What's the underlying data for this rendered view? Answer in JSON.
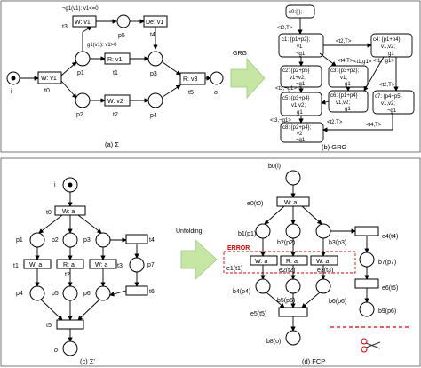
{
  "panel_a": {
    "caption": "(a) Σ",
    "initial_label": "i",
    "final_label": "o",
    "places": [
      "p1",
      "p2",
      "p3",
      "p4",
      "p5"
    ],
    "transitions": [
      {
        "id": "t0",
        "label": "W: v1"
      },
      {
        "id": "t1",
        "label": "R: v1"
      },
      {
        "id": "t2",
        "label": "W: v2"
      },
      {
        "id": "t3",
        "label": "W: v1"
      },
      {
        "id": "t4",
        "label": "De: v1"
      },
      {
        "id": "t5",
        "label": "R: v3"
      }
    ],
    "guards": [
      "¬g1(v1): v1<=0",
      "g1(v1): v1>0"
    ]
  },
  "grg_arrow_label": "GRG",
  "panel_b": {
    "caption": "(b) GRG",
    "nodes": [
      {
        "id": "c0",
        "lines": [
          "c0:{i};"
        ]
      },
      {
        "id": "c1",
        "lines": [
          "c1: {p1+p2};",
          "v1",
          "¬g1"
        ]
      },
      {
        "id": "c2",
        "lines": [
          "c2: {p2+p5}",
          "v1+v2;",
          "¬g1"
        ]
      },
      {
        "id": "c3",
        "lines": [
          "c3: {p3+p2};",
          "v1;",
          "g1"
        ]
      },
      {
        "id": "c4",
        "lines": [
          "c4: {p1+p4}",
          "v1,v2;",
          "g1"
        ]
      },
      {
        "id": "c5",
        "lines": [
          "c5: {p3+p4}",
          "v1,v2;",
          "g1"
        ]
      },
      {
        "id": "c6",
        "lines": [
          "c6: {p1+p4}",
          "v1,v2;",
          "g1"
        ]
      },
      {
        "id": "c7",
        "lines": [
          "c7: {p4+p5}",
          "v1,v2;",
          "¬g1"
        ]
      },
      {
        "id": "c8",
        "lines": [
          "c8: {p2+p4};",
          "v2",
          "¬g1"
        ]
      }
    ],
    "edge_labels": [
      "<t0,T>",
      "<t2,T>",
      "<t4,T>",
      "<t1,g1>",
      "<t3,¬g1>",
      "<t1,¬g1>",
      "<t2,T>",
      "<t2,T>",
      "<t4,T>",
      "<t3,¬g1>"
    ]
  },
  "unfolding_arrow_label": "Unfolding",
  "panel_c": {
    "caption": "(c) Σ'",
    "initial_label": "i",
    "final_label": "o",
    "places": [
      "p1",
      "p2",
      "p3",
      "p4",
      "p5",
      "p6",
      "p7"
    ],
    "transitions": [
      {
        "id": "t0",
        "label": "W: a"
      },
      {
        "id": "t1",
        "label": "W: a"
      },
      {
        "id": "t2",
        "label": "R: a"
      },
      {
        "id": "t3",
        "label": "W: a"
      },
      {
        "id": "t4",
        "label": ""
      },
      {
        "id": "t5",
        "label": ""
      },
      {
        "id": "t6",
        "label": ""
      }
    ]
  },
  "panel_d": {
    "caption": "(d) FCP",
    "error_label": "ERROR",
    "conditions": [
      "b0(i)",
      "b1(p1)",
      "b2(p2)",
      "b3(p3)",
      "b4(p4)",
      "b5(p5)",
      "b6(p6)",
      "b7(p7)",
      "b8(o)",
      "b9(p6)"
    ],
    "events": [
      {
        "id": "e0(t0)",
        "label": "W: a"
      },
      {
        "id": "e1(t1)",
        "label": "W: a"
      },
      {
        "id": "e2(t2)",
        "label": "R: a"
      },
      {
        "id": "e3(t3)",
        "label": "W: a"
      },
      {
        "id": "e4(t4)",
        "label": ""
      },
      {
        "id": "e5(t5)",
        "label": ""
      },
      {
        "id": "e6(t6)",
        "label": ""
      }
    ]
  }
}
